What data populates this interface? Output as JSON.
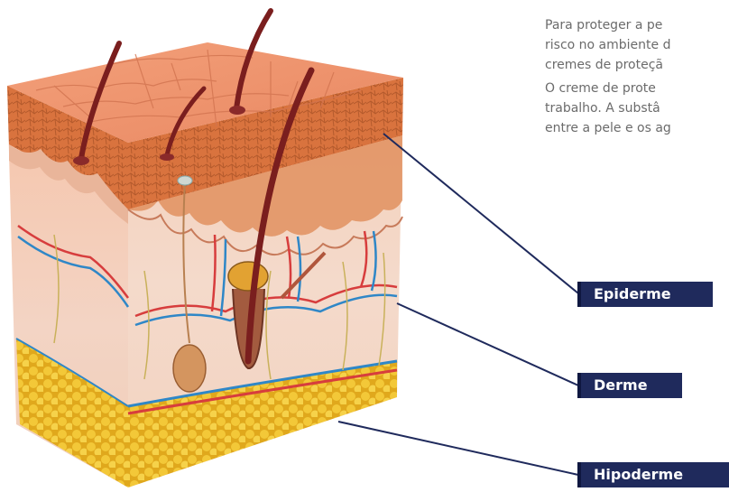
{
  "paragraph_1": {
    "lines": [
      "Para proteger a pe",
      "risco no ambiente d",
      "cremes de proteçã"
    ]
  },
  "paragraph_2": {
    "lines": [
      "O creme de prote",
      "trabalho. A substâ",
      "entre a pele e os ag"
    ]
  },
  "labels": {
    "epiderme": "Epiderme",
    "derme": "Derme",
    "hipoderme": "Hipoderme"
  },
  "colors": {
    "label_bg": "#1f2a5c",
    "leader_line": "#1f2a5c",
    "text": "#6b6b6b"
  }
}
